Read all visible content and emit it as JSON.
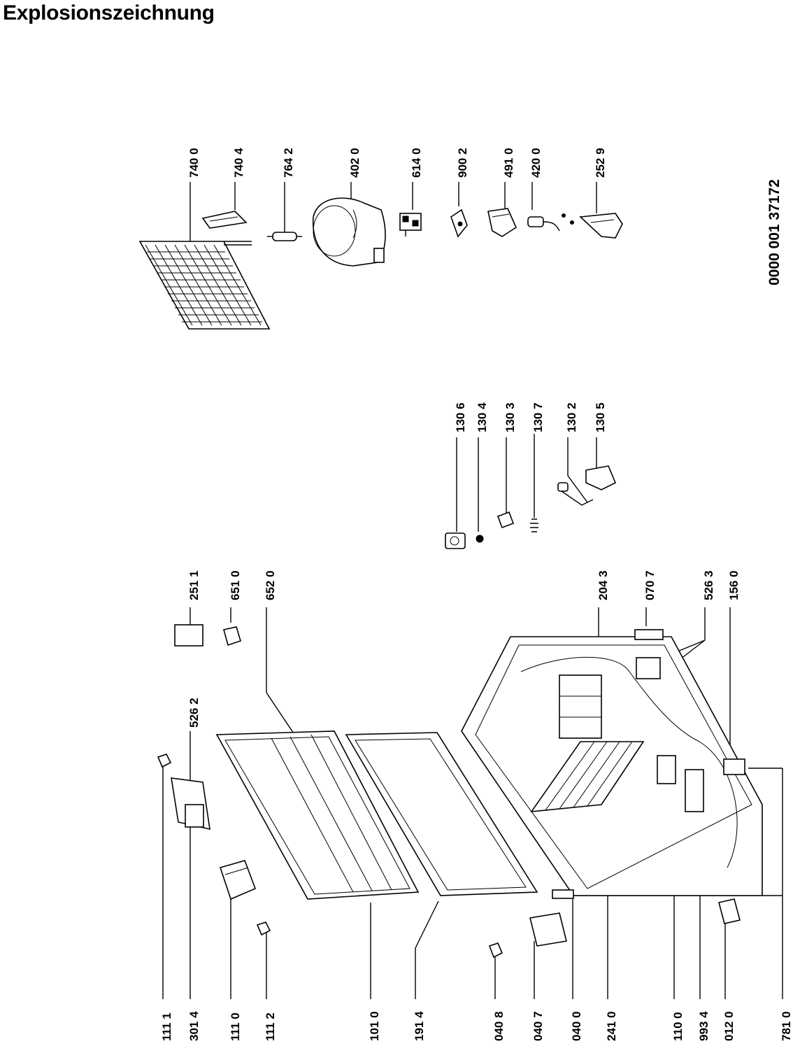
{
  "title": "Explosionszeichnung",
  "document_number": "0000 001 37172",
  "parts_left": [
    {
      "number": "111 1"
    },
    {
      "number": "301 4"
    },
    {
      "number": "111 0"
    },
    {
      "number": "111 2"
    },
    {
      "number": "101 0"
    },
    {
      "number": "191 4"
    },
    {
      "number": "040 8"
    },
    {
      "number": "040 7"
    },
    {
      "number": "040 0"
    },
    {
      "number": "241 0"
    },
    {
      "number": "110 0"
    },
    {
      "number": "993 4"
    },
    {
      "number": "012 0"
    },
    {
      "number": "781 0"
    }
  ],
  "parts_top": [
    {
      "number": "526 2"
    },
    {
      "number": "251 1"
    },
    {
      "number": "651 0"
    },
    {
      "number": "652 0"
    },
    {
      "number": "204 3"
    },
    {
      "number": "070 7"
    },
    {
      "number": "526 3"
    },
    {
      "number": "156 0"
    }
  ],
  "parts_middle": [
    {
      "number": "130 6"
    },
    {
      "number": "130 4"
    },
    {
      "number": "130 3"
    },
    {
      "number": "130 7"
    },
    {
      "number": "130 2"
    },
    {
      "number": "130 5"
    }
  ],
  "parts_right": [
    {
      "number": "740 0"
    },
    {
      "number": "740 4"
    },
    {
      "number": "764 2"
    },
    {
      "number": "402 0"
    },
    {
      "number": "614 0"
    },
    {
      "number": "900 2"
    },
    {
      "number": "491 0"
    },
    {
      "number": "420 0"
    },
    {
      "number": "252 9"
    }
  ]
}
